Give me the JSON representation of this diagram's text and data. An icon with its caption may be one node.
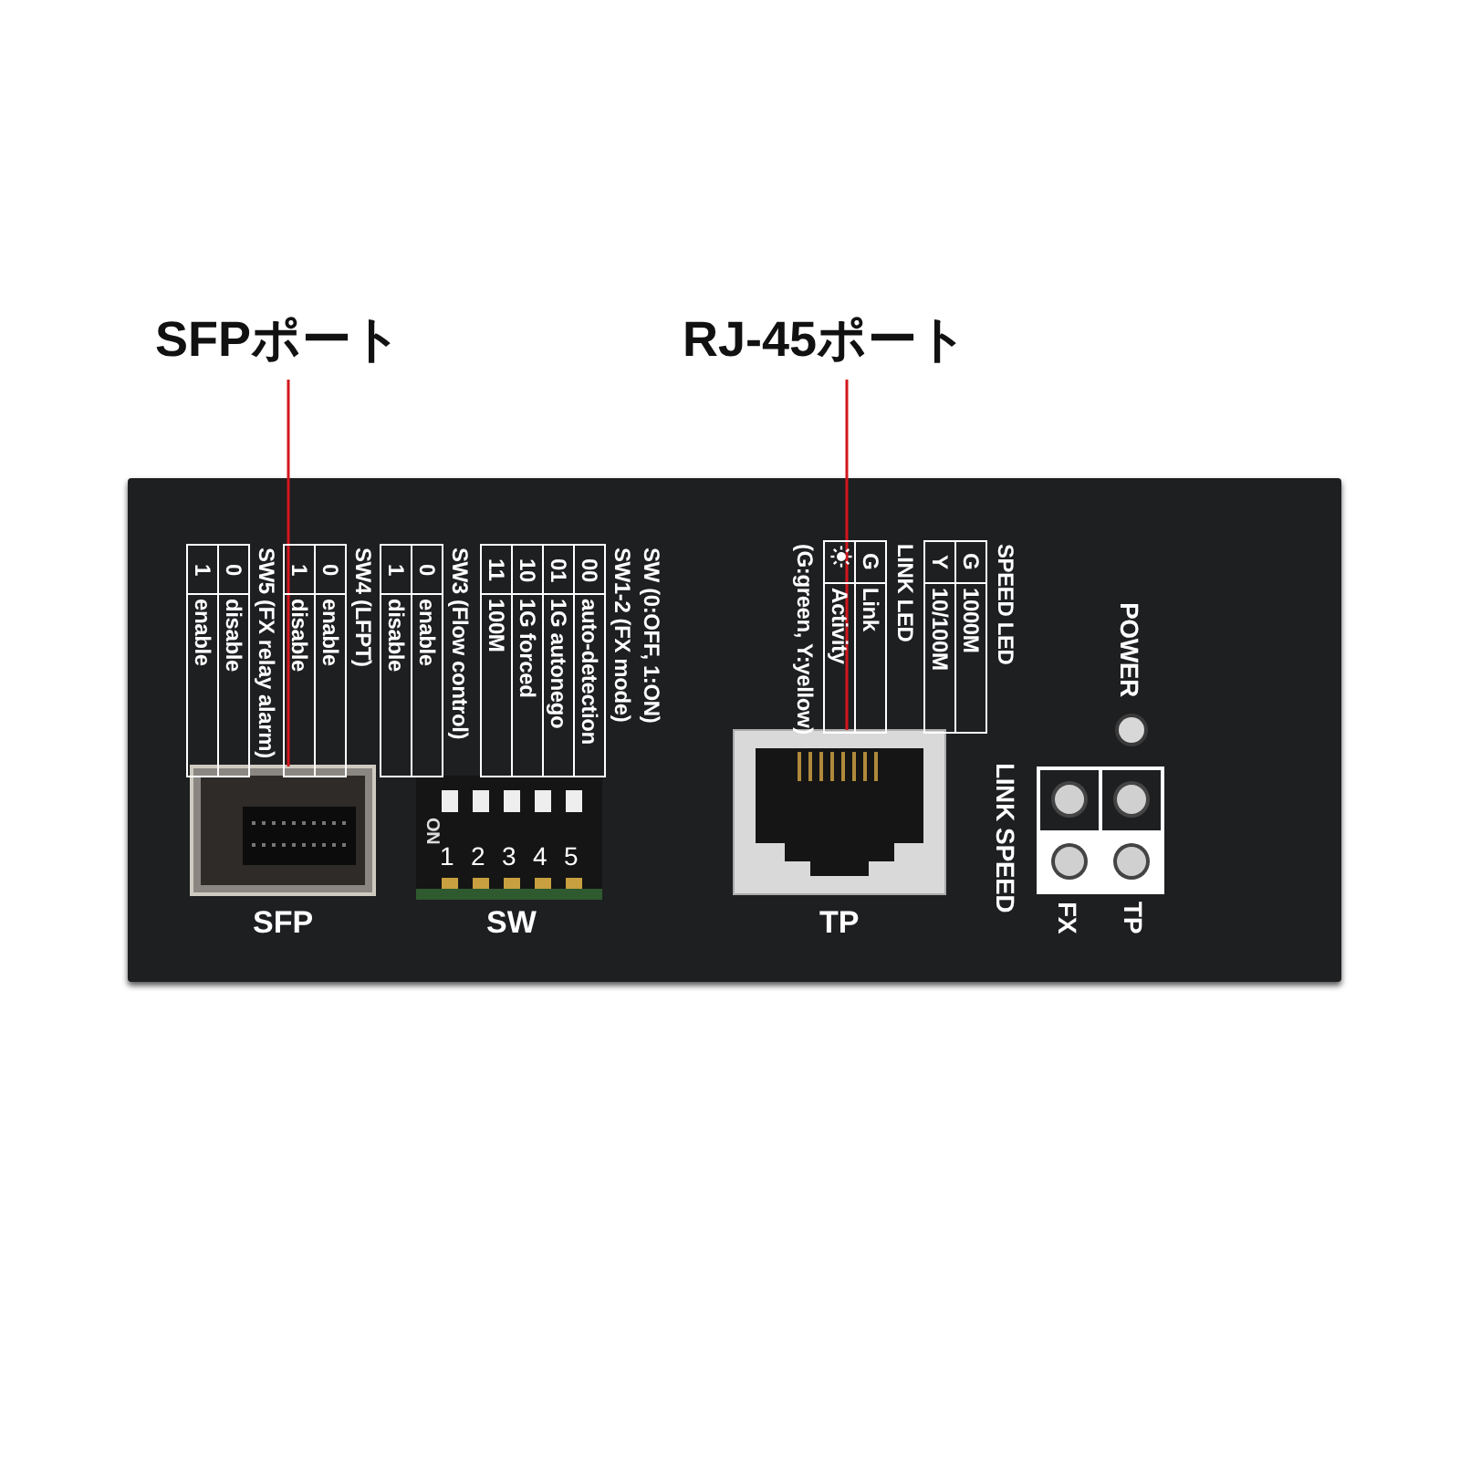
{
  "diagram": {
    "nodes": [
      {
        "text": [
          "SFPポート"
        ]
      },
      {
        "text": [
          "RJ-45ポート"
        ]
      },
      {
        "text": [],
        "shape": "picture",
        "beside": [
          "SFP"
        ]
      },
      {
        "text": [],
        "shape": "picture",
        "beside": [
          "TP"
        ]
      }
    ],
    "edges": [
      {
        "from": 0,
        "to": 2,
        "arrow": "none"
      },
      {
        "from": 1,
        "to": 3,
        "arrow": "none"
      }
    ],
    "labels": [
      "SW (0:OFF, 1:ON)",
      "SW1-2 (FX mode)",
      "00",
      "auto-detection",
      "01",
      "1G autonego",
      "10",
      "1G forced",
      "11",
      "100M",
      "SW3 (Flow control)",
      "0",
      "enable",
      "1",
      "disable",
      "SW4 (LFPT)",
      "0",
      "enable",
      "1",
      "disable",
      "SW5 (FX relay alarm)",
      "0",
      "disable",
      "1",
      "enable",
      "SPEED LED",
      "G",
      "1000M",
      "Y",
      "10/100M",
      "LINK LED",
      "G",
      "Link",
      "Activity",
      "(G:green, Y:yellow)",
      "POWER",
      "LINK SPEED",
      "FX",
      "TP",
      "ON",
      "1",
      "2",
      "3",
      "4",
      "5",
      "SW"
    ]
  }
}
